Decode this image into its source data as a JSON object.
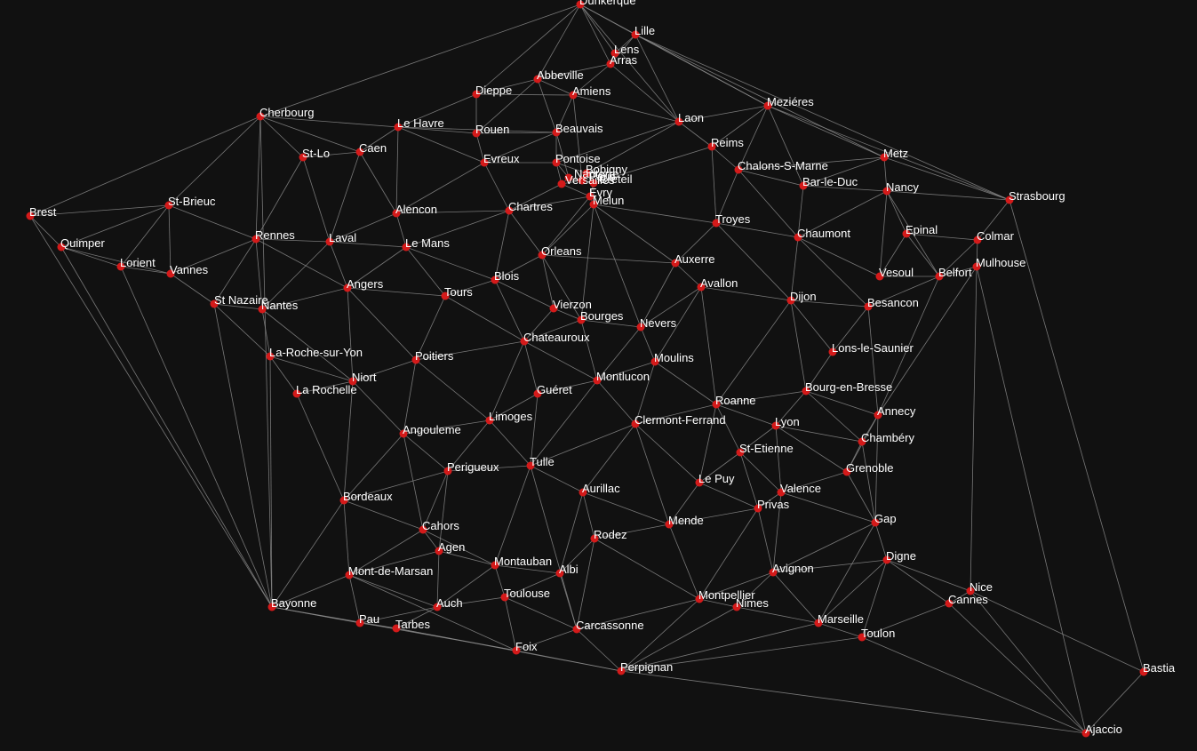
{
  "graph": {
    "background": "#111111",
    "edge_color": "#8a8a8a",
    "node_color": "#d41a1a",
    "label_color": "#ffffff",
    "nodes": [
      "Dunkerque",
      "Lille",
      "Lens",
      "Arras",
      "Abbeville",
      "Dieppe",
      "Amiens",
      "Laon",
      "Meziéres",
      "Cherbourg",
      "Le Havre",
      "Rouen",
      "Beauvais",
      "Reims",
      "Metz",
      "Strasbourg",
      "St-Lo",
      "Caen",
      "Evreux",
      "Pontoise",
      "Bobigny",
      "Nanterre",
      "Paris",
      "Creteil",
      "Versailles",
      "Evry",
      "Chalons-S-Marne",
      "Bar-le-Duc",
      "Nancy",
      "Brest",
      "St-Brieuc",
      "Alencon",
      "Chartres",
      "Melun",
      "Troyes",
      "Quimper",
      "Rennes",
      "Laval",
      "Le Mans",
      "Chaumont",
      "Epinal",
      "Colmar",
      "Lorient",
      "Vannes",
      "Auxerre",
      "Mulhouse",
      "Orleans",
      "Belfort",
      "Vesoul",
      "St Nazaire",
      "Nantes",
      "Angers",
      "Blois",
      "Tours",
      "Avallon",
      "Vierzon",
      "Dijon",
      "Besancon",
      "Bourges",
      "Nevers",
      "Chateauroux",
      "La-Roche-sur-Yon",
      "Niort",
      "Poitiers",
      "Lons-le-Saunier",
      "Moulins",
      "La Rochelle",
      "Montlucon",
      "Guéret",
      "Bourg-en-Bresse",
      "Roanne",
      "Annecy",
      "Limoges",
      "Clermont-Ferrand",
      "Lyon",
      "Angouleme",
      "Chambéry",
      "St-Etienne",
      "Tulle",
      "Perigueux",
      "Grenoble",
      "Le Puy",
      "Aurillac",
      "Valence",
      "Privas",
      "Bordeaux",
      "Gap",
      "Mende",
      "Cahors",
      "Rodez",
      "Agen",
      "Digne",
      "Montauban",
      "Avignon",
      "Mont-de-Marsan",
      "Albi",
      "Nice",
      "Cannes",
      "Montpellier",
      "Toulouse",
      "Nimes",
      "Auch",
      "Bayonne",
      "Marseille",
      "Pau",
      "Tarbes",
      "Carcassonne",
      "Toulon",
      "Foix",
      "Perpignan",
      "Bastia",
      "Ajaccio"
    ]
  }
}
